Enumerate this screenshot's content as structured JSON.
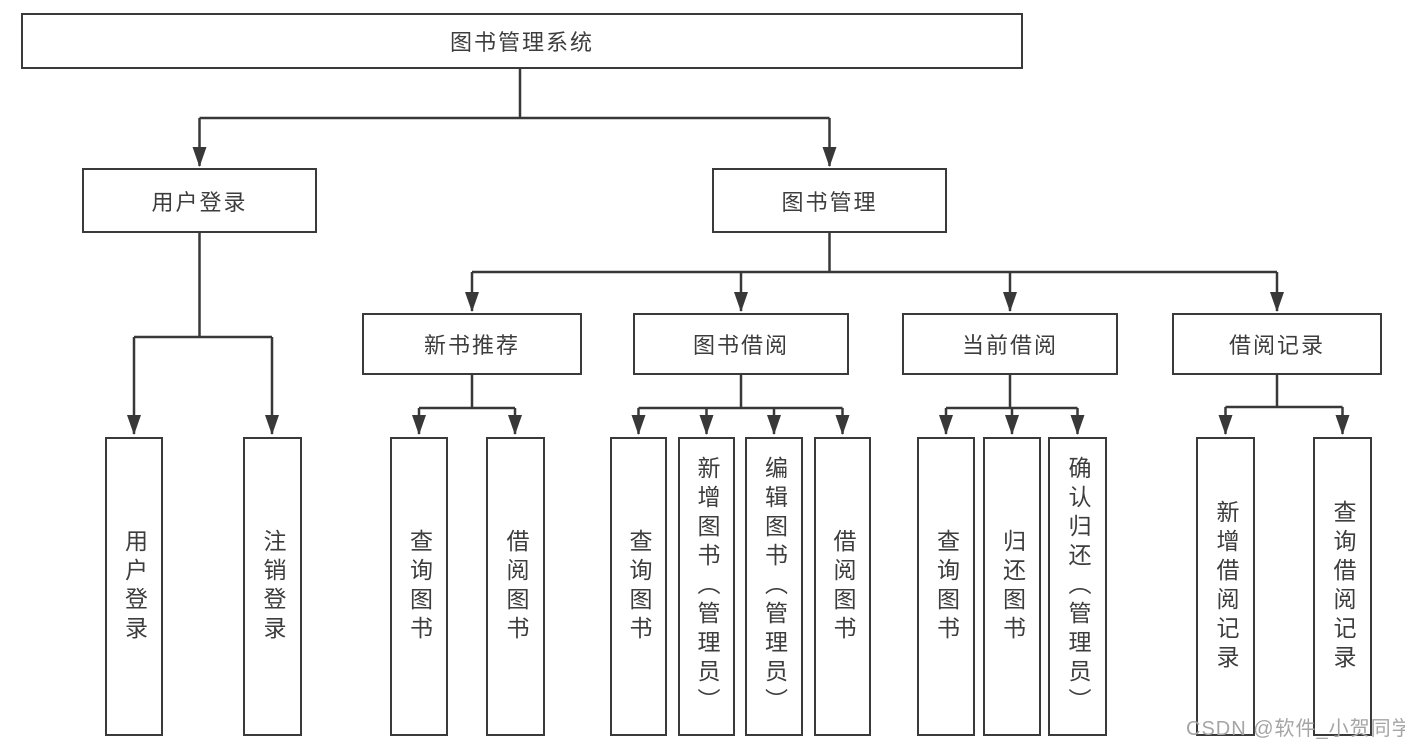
{
  "tree": {
    "root": {
      "label": "图书管理系统",
      "children": [
        {
          "label": "用户登录",
          "children": [
            {
              "label": "用户登录"
            },
            {
              "label": "注销登录"
            }
          ]
        },
        {
          "label": "图书管理",
          "children": [
            {
              "label": "新书推荐",
              "children": [
                {
                  "label": "查询图书"
                },
                {
                  "label": "借阅图书"
                }
              ]
            },
            {
              "label": "图书借阅",
              "children": [
                {
                  "label": "查询图书"
                },
                {
                  "label": "新增图书（管理员）"
                },
                {
                  "label": "编辑图书（管理员）"
                },
                {
                  "label": "借阅图书"
                }
              ]
            },
            {
              "label": "当前借阅",
              "children": [
                {
                  "label": "查询图书"
                },
                {
                  "label": "归还图书"
                },
                {
                  "label": "确认归还（管理员）"
                }
              ]
            },
            {
              "label": "借阅记录",
              "children": [
                {
                  "label": "新增借阅记录"
                },
                {
                  "label": "查询借阅记录"
                }
              ]
            }
          ]
        }
      ]
    }
  },
  "watermark": {
    "text": "CSDN @软件_小贺同学"
  },
  "colors": {
    "line": "#383838",
    "border": "#3a3a3a",
    "text": "#3d3d3d",
    "watermark": "#a5a5a5",
    "background": "#ffffff"
  }
}
